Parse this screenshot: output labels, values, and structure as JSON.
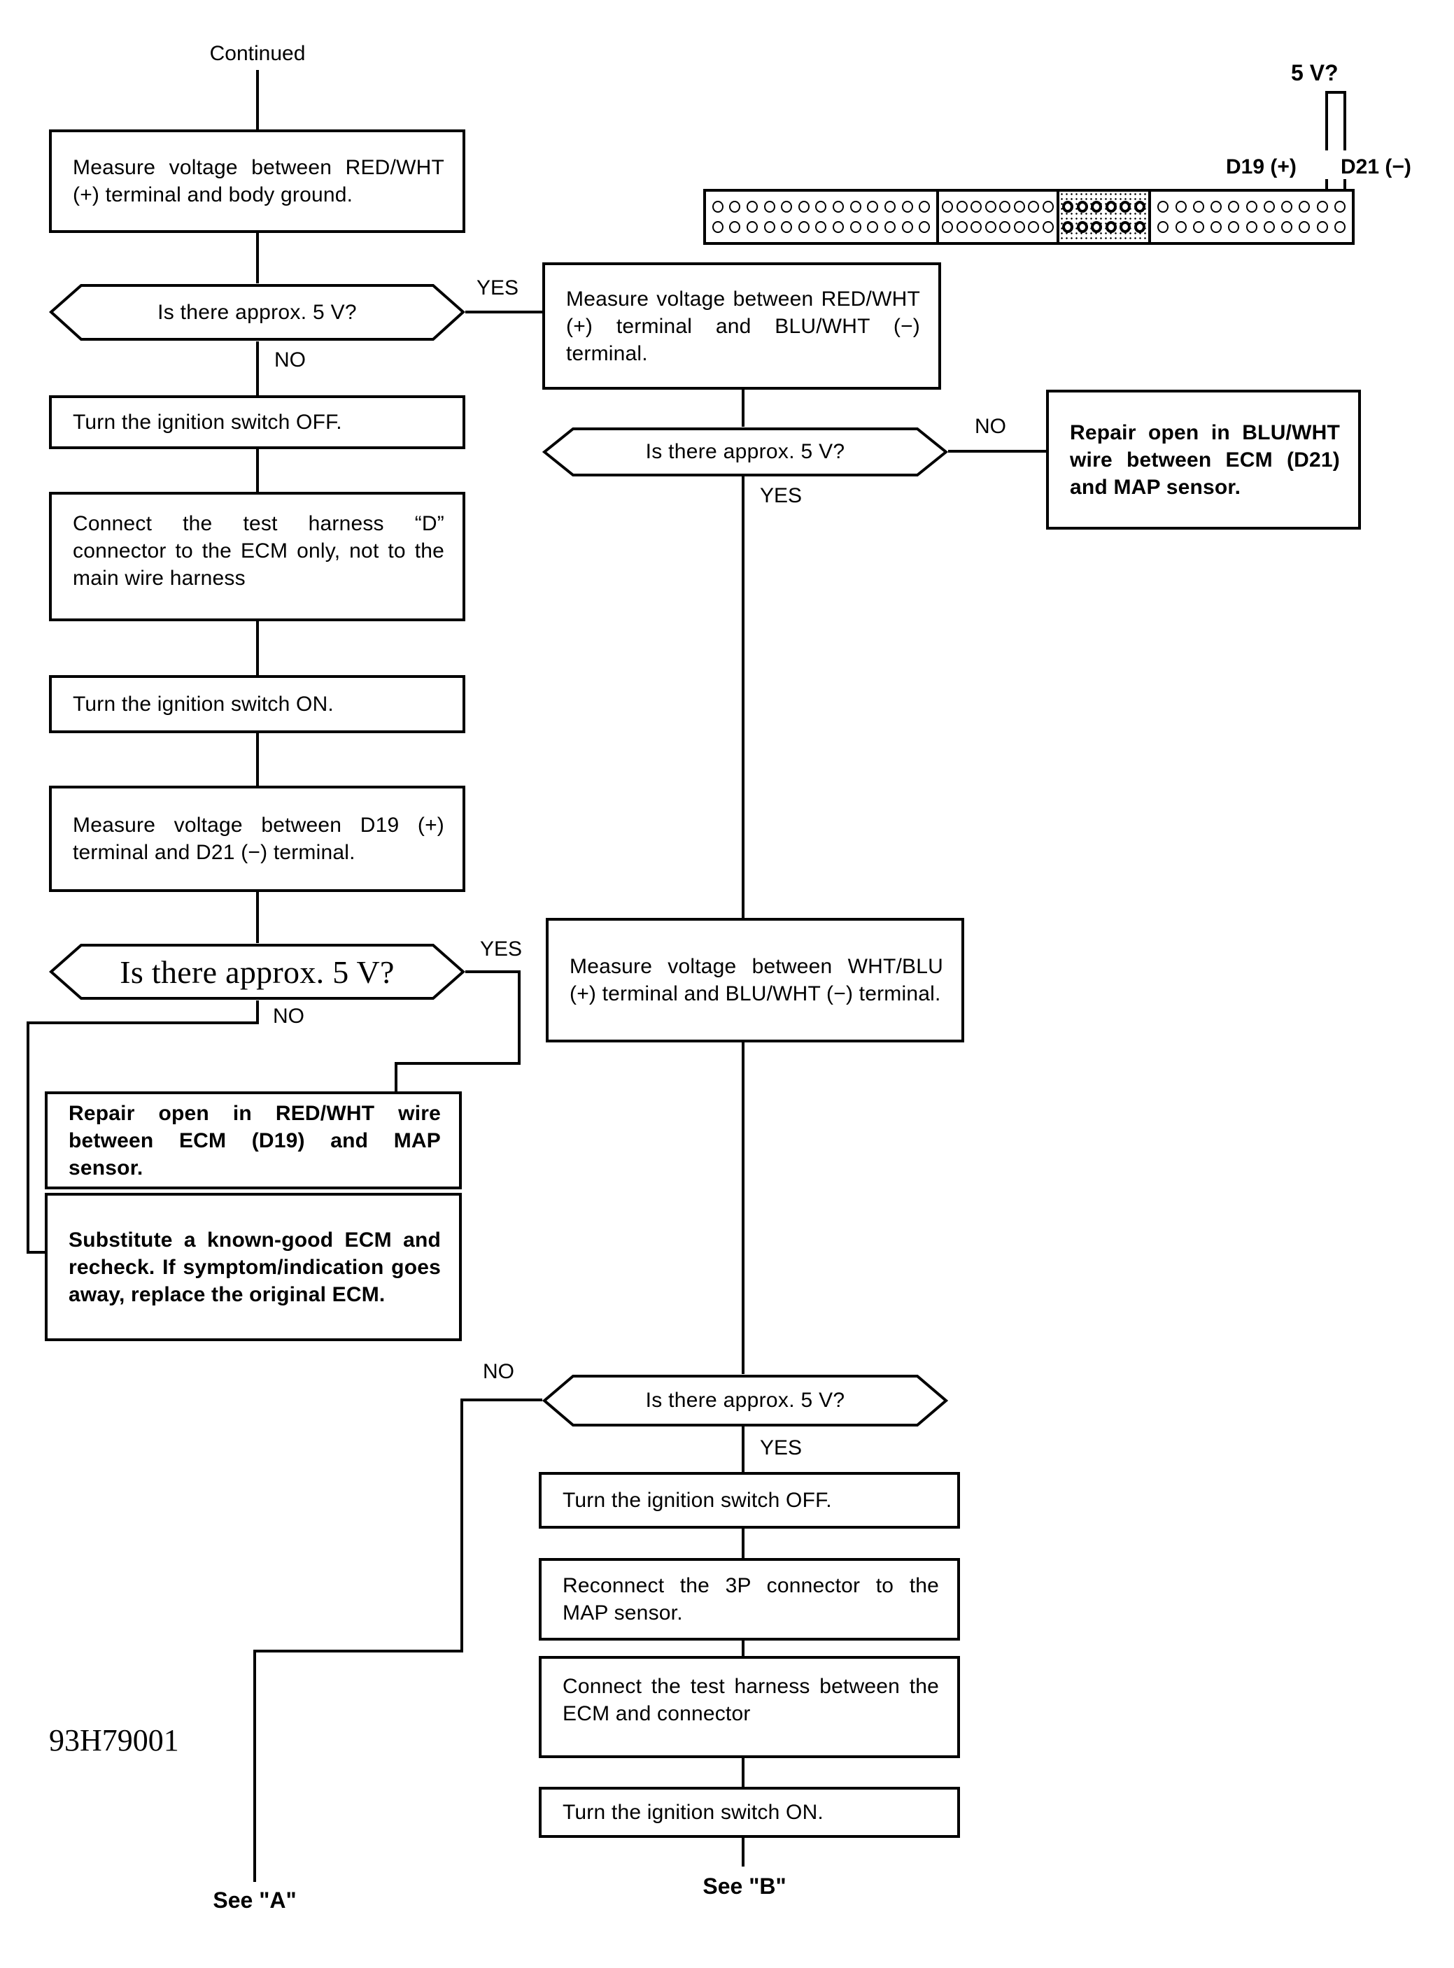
{
  "page": {
    "background": "#ffffff",
    "line_color": "#000000"
  },
  "flowchart": {
    "left": {
      "continued": "Continued",
      "box_measure_body_ground": "Measure voltage between RED/WHT (+) terminal and body ground.",
      "decision_5v_1": "Is there approx. 5 V?",
      "box_ignition_off": "Turn the ignition switch OFF.",
      "box_connect_test_harness_d": "Connect the test harness “D” connector to the ECM only, not to the main wire harness",
      "box_ignition_on": "Turn the ignition switch ON.",
      "box_measure_d19_d21": "Measure voltage between D19 (+) terminal and D21 (−) terminal.",
      "decision_5v_2": "Is there approx. 5 V?",
      "box_repair_red_wht": "Repair open in RED/WHT wire between ECM (D19) and MAP sensor.",
      "box_substitute_ecm": "Substitute a known-good ECM and recheck. If symptom/indication goes away, replace the original ECM."
    },
    "right": {
      "box_measure_red_blu": "Measure voltage between RED/WHT (+) terminal and BLU/WHT (−) terminal.",
      "decision_5v_3": "Is there approx. 5 V?",
      "box_repair_blu_wht": "Repair open in BLU/WHT wire between ECM (D21) and MAP sensor.",
      "box_measure_wht_blu": "Measure voltage between WHT/BLU (+) terminal and BLU/WHT (−) terminal.",
      "decision_5v_4": "Is there approx. 5 V?",
      "box_ignition_off_2": "Turn the ignition switch OFF.",
      "box_reconnect_3p": "Reconnect the 3P connector to the MAP sensor.",
      "box_connect_harness_ecm": "Connect the test harness between the ECM and connector",
      "box_ignition_on_2": "Turn the ignition switch ON."
    },
    "branches": {
      "yes": "YES",
      "no": "NO"
    },
    "offpage": {
      "see_a": "See \"A\"",
      "see_b": "See \"B\""
    },
    "figure_code": "93H79001",
    "connector": {
      "probe_label": "5 V?",
      "pin_labels": [
        "D19 (+)",
        "D21 (−)"
      ],
      "sections": [
        {
          "pins_per_row": 13,
          "rows": 2,
          "shaded": false
        },
        {
          "pins_per_row": 8,
          "rows": 2,
          "shaded": false
        },
        {
          "pins_per_row": 6,
          "rows": 2,
          "shaded": true
        },
        {
          "pins_per_row": 11,
          "rows": 2,
          "shaded": false
        }
      ]
    }
  }
}
